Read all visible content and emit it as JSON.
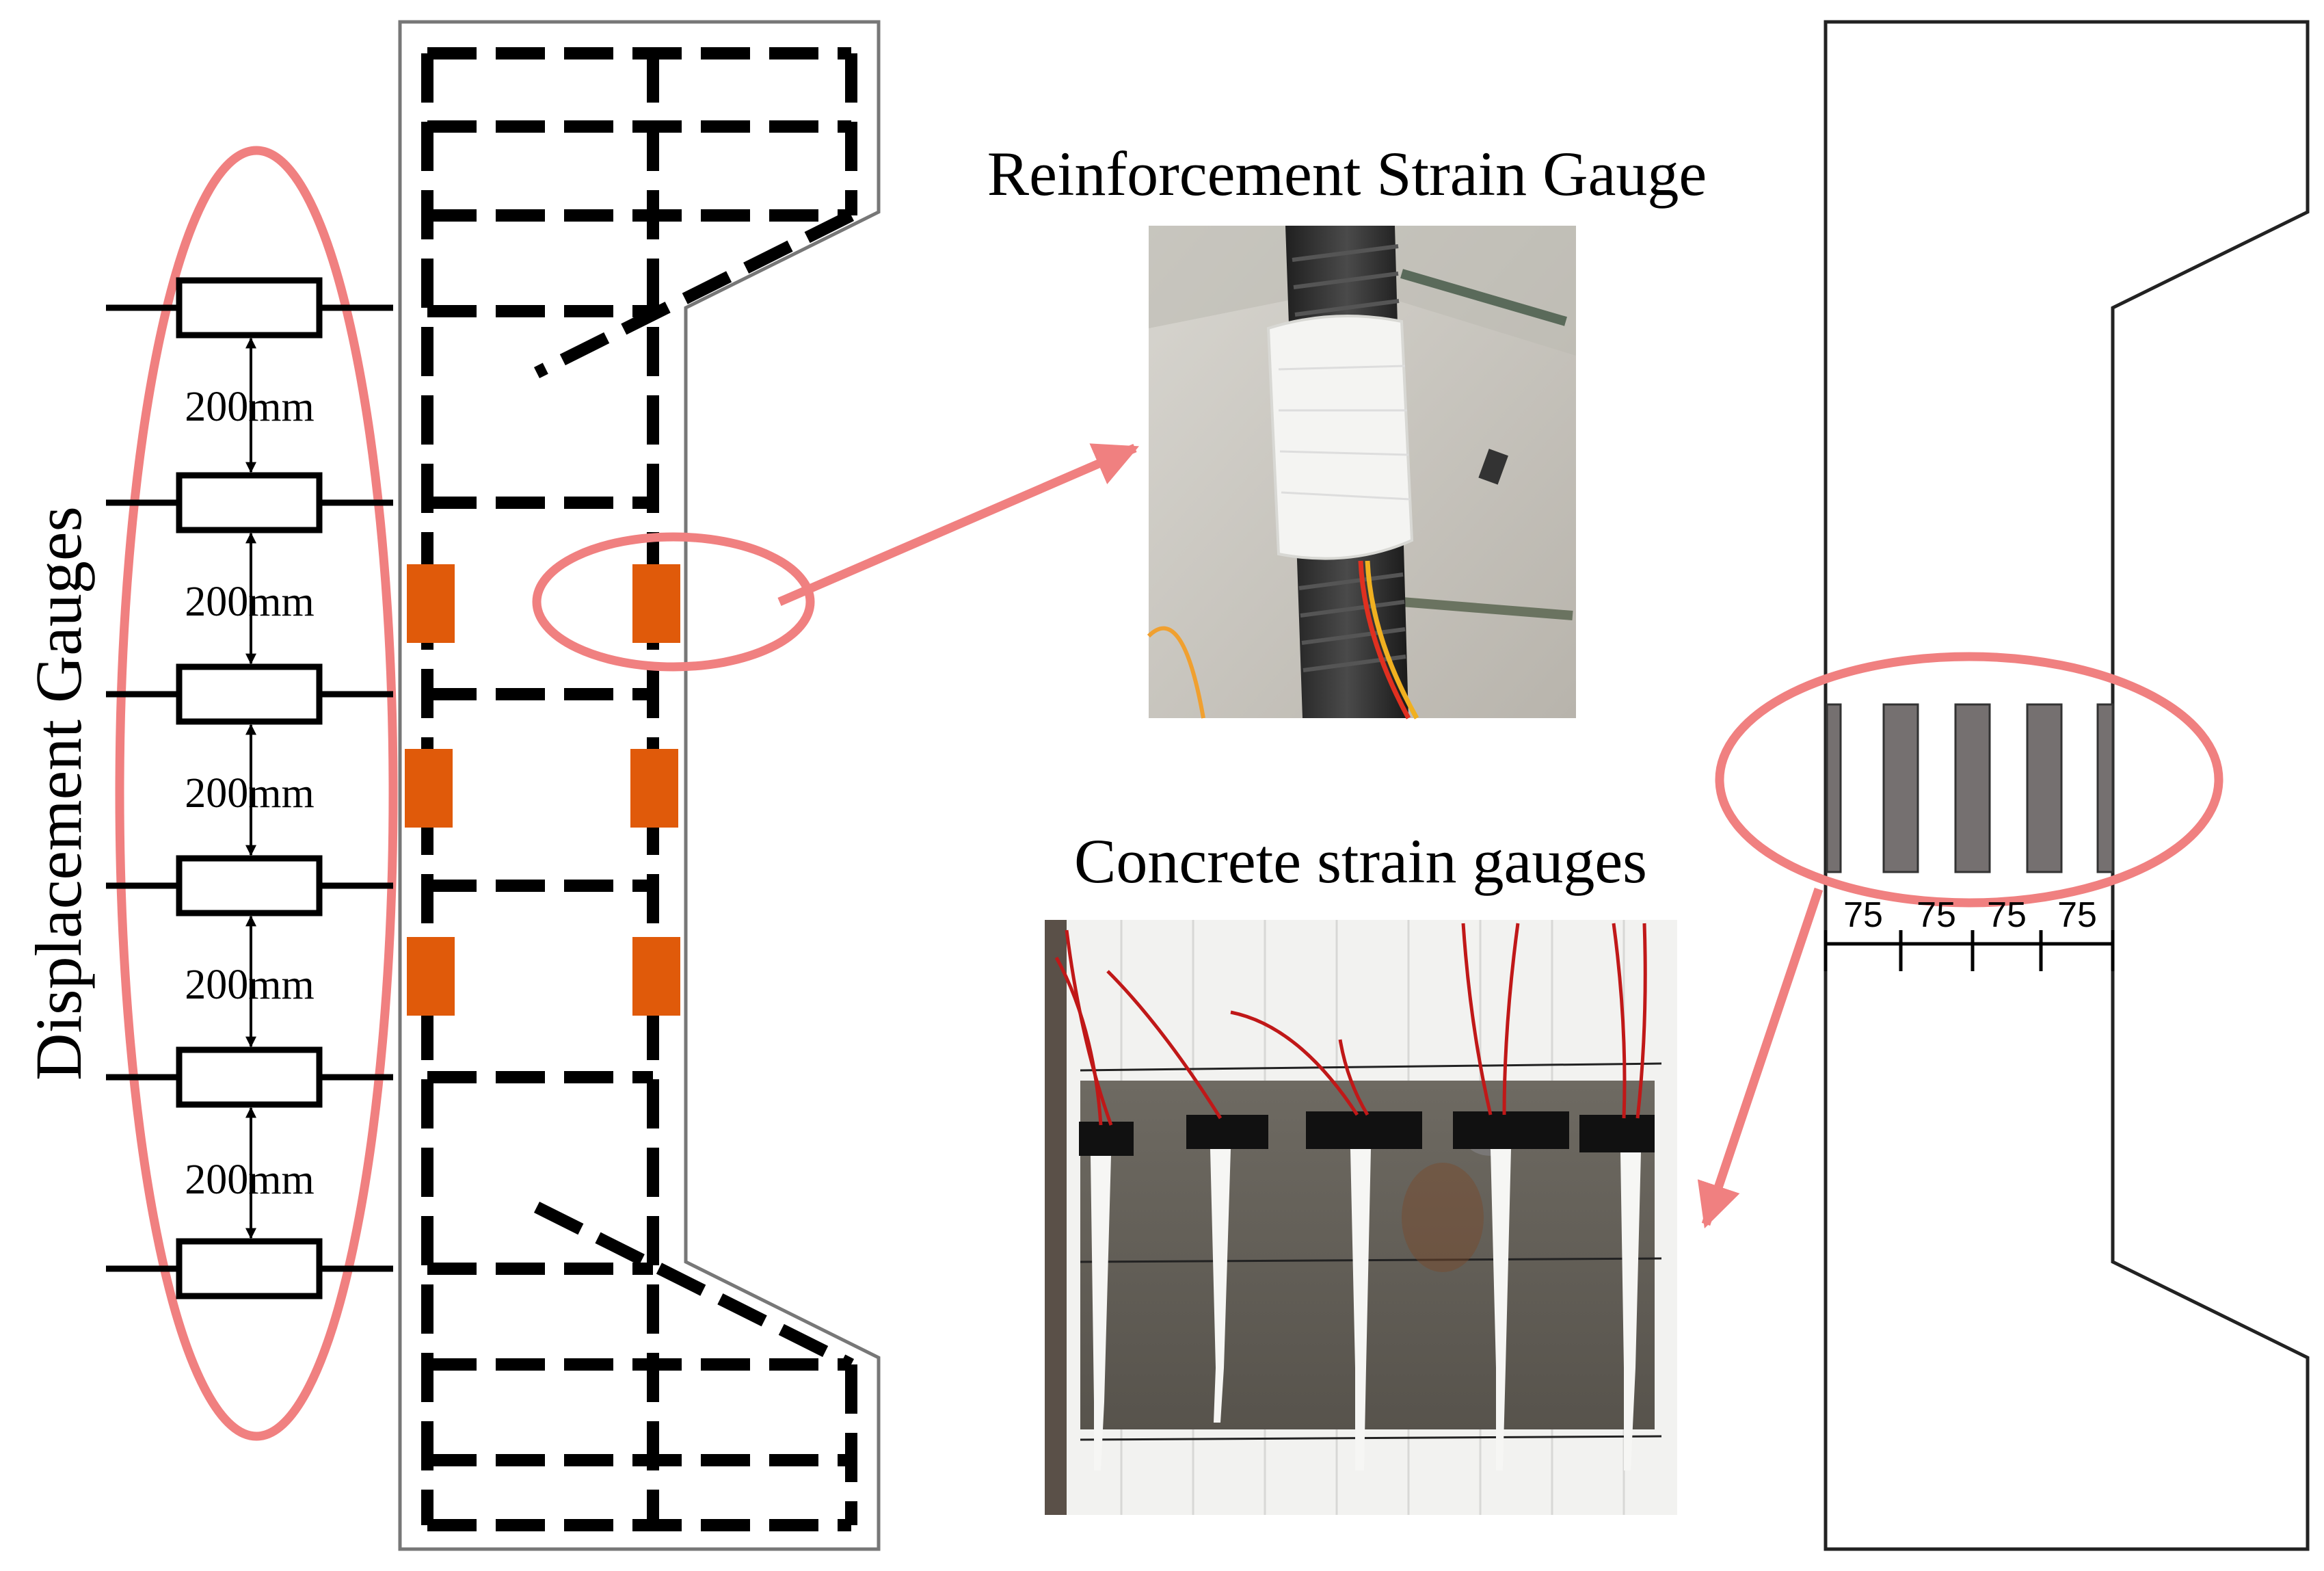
{
  "labels": {
    "displacement_gauges": "Displacement Gauges",
    "reinforcement_strain_gauge": "Reinforcement Strain Gauge",
    "concrete_strain_gauges": "Concrete strain gauges",
    "spacing": [
      "200mm",
      "200mm",
      "200mm",
      "200mm",
      "200mm"
    ],
    "gauge_spacing": [
      "75",
      "75",
      "75",
      "75"
    ]
  },
  "colors": {
    "highlight": "#f08080",
    "steel_gauge": "#e05a0a",
    "concrete_gauge": "#757070",
    "line": "#000000",
    "outline": "#888888"
  },
  "photos": {
    "reinforcement_photo": "photo-of-wrapped-strain-gauge-on-rebar",
    "concrete_photo": "photo-of-strain-gauges-on-concrete-surface"
  }
}
